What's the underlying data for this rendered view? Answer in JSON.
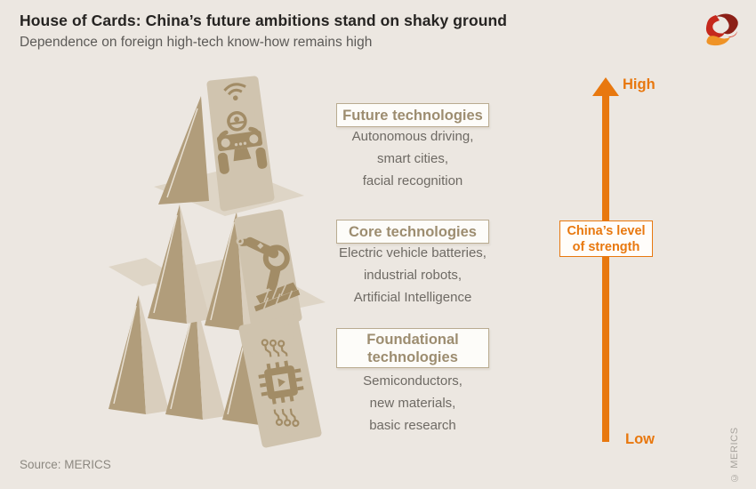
{
  "header": {
    "title": "House of Cards: China’s future ambitions stand on shaky ground",
    "subtitle": "Dependence on foreign high-tech know-how remains high"
  },
  "levels": [
    {
      "label": "Future technologies",
      "items": [
        "Autonomous driving,",
        "smart cities,",
        "facial recognition"
      ]
    },
    {
      "label": "Core technologies",
      "items": [
        "Electric vehicle batteries,",
        "industrial robots,",
        "Artificial Intelligence"
      ]
    },
    {
      "label": "Foundational technologies",
      "items": [
        "Semiconductors,",
        "new materials,",
        "basic research"
      ]
    }
  ],
  "strength_axis": {
    "high_label": "High",
    "low_label": "Low",
    "axis_label": "China’s level of strength"
  },
  "footer": {
    "source": "Source: MERICS",
    "copyright": "© MERICS"
  },
  "icons": {
    "cards_top": "autonomous-car-icon",
    "cards_middle": "industrial-robot-icon",
    "cards_bottom": "semiconductor-chip-icon",
    "brand": "merics-logo"
  },
  "colors": {
    "accent_orange": "#e8780f",
    "background": "#ece7e1",
    "card_light": "#d9cebd",
    "card_dark": "#b19d7b",
    "card_icon": "#a28c66",
    "label_tan": "#9d8d70"
  }
}
